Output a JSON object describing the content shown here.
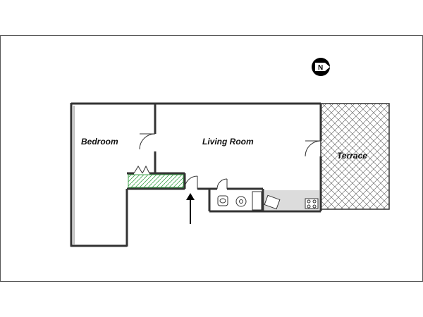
{
  "plan": {
    "rooms": {
      "bedroom": "Bedroom",
      "living_room": "Living Room",
      "terrace": "Terrace"
    },
    "compass_icon": "north-compass-icon",
    "entrance_icon": "entrance-arrow-icon"
  },
  "colors": {
    "wall": "#333333",
    "floor_hatch_green": "#3fa34d",
    "terrace_hatch": "#555555",
    "counter": "#dcdcdc"
  }
}
